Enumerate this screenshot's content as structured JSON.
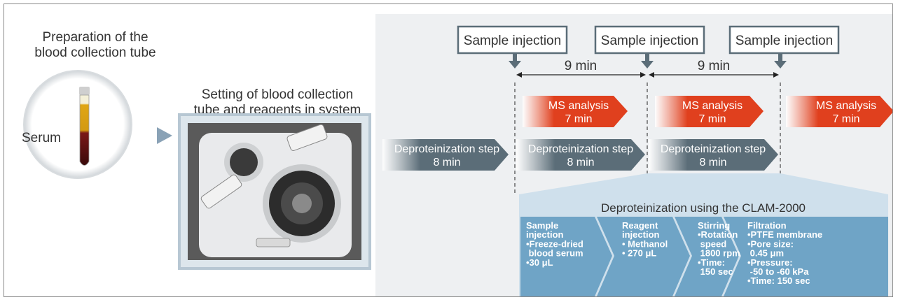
{
  "left": {
    "title_line1": "Preparation of the",
    "title_line2": "blood collection tube",
    "serum_label": "Serum"
  },
  "middle": {
    "title_line1": "Setting of blood collection",
    "title_line2": "tube and reagents in system"
  },
  "timeline": {
    "injections": [
      "Sample injection",
      "Sample injection",
      "Sample injection"
    ],
    "intervals": [
      "9 min",
      "9 min"
    ],
    "ms_analysis": {
      "line1": "MS analysis",
      "line2": "7 min"
    },
    "deproteinization": {
      "line1": "Deproteinization step",
      "line2": "8 min"
    }
  },
  "clam": {
    "title": "Deproteinization using the CLAM-2000",
    "steps": [
      {
        "lines": [
          "Sample",
          "injection",
          "•Freeze-dried",
          " blood serum",
          "•30 μL"
        ]
      },
      {
        "lines": [
          "Reagent",
          "injection",
          "• Methanol",
          "• 270 μL"
        ]
      },
      {
        "lines": [
          "Stirring",
          "•Rotation",
          " speed",
          " 1800 rpm",
          "•Time:",
          " 150 sec"
        ]
      },
      {
        "lines": [
          "Filtration",
          "•PTFE membrane",
          "•Pore size:",
          " 0.45 μm",
          "•Pressure:",
          " -50 to -60 kPa",
          "•Time: 150 sec"
        ]
      }
    ]
  },
  "colors": {
    "ms_red": "#e0401e",
    "deprot_gray": "#5b6d78",
    "panel_bg": "#eef0f2",
    "clam_blue": "#6fa4c6"
  }
}
